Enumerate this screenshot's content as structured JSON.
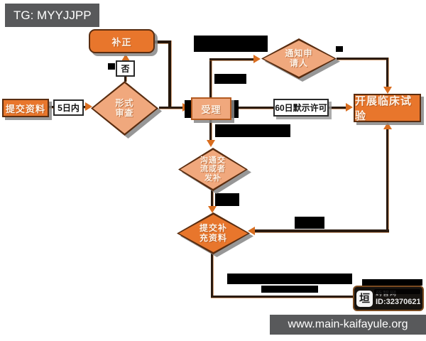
{
  "header": {
    "tag": "TG: MYYJJPP"
  },
  "flowchart": {
    "nodes": {
      "tijiao_ziliao": {
        "label": "提交资料"
      },
      "xingshi_shencha": {
        "lines": [
          "形式",
          "审查"
        ]
      },
      "buzheng": {
        "label": "补正"
      },
      "shouli": {
        "label": "受理"
      },
      "tongzhi_shenqingren": {
        "lines": [
          "通知申",
          "请人"
        ]
      },
      "kaizhan_linchuang": {
        "label": "开展临床试验"
      },
      "goutong_jiaoliu": {
        "lines": [
          "沟通交",
          "流或者",
          "发补"
        ]
      },
      "tijiao_buchong": {
        "lines": [
          "提交补",
          "充资料"
        ]
      }
    },
    "edge_labels": {
      "no": "否",
      "five_days": "5日内",
      "sixty_days": "60日默示许可"
    }
  },
  "watermark": {
    "site_name": "药智网",
    "id": "ID:32370621",
    "logo_glyph": "垣"
  },
  "footer": {
    "url": "www.main-kaifayule.org"
  },
  "colors": {
    "node_orange": "#e8762c",
    "node_peach": "#f0a87d",
    "connector": "#2b1b10",
    "arrow": "#d96d1f",
    "panel_gray": "#58595b"
  }
}
